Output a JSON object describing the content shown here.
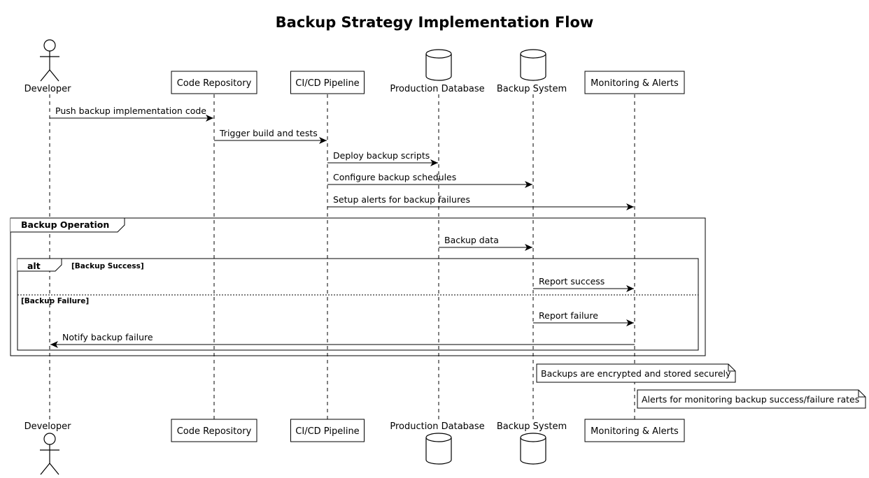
{
  "title": "Backup Strategy Implementation Flow",
  "participants": [
    {
      "label": "Developer",
      "shape": "actor"
    },
    {
      "label": "Code Repository",
      "shape": "box"
    },
    {
      "label": "CI/CD Pipeline",
      "shape": "box"
    },
    {
      "label": "Production Database",
      "shape": "database"
    },
    {
      "label": "Backup System",
      "shape": "database"
    },
    {
      "label": "Monitoring & Alerts",
      "shape": "box"
    }
  ],
  "messages": [
    {
      "from": 0,
      "to": 1,
      "text": "Push backup implementation code"
    },
    {
      "from": 1,
      "to": 2,
      "text": "Trigger build and tests"
    },
    {
      "from": 2,
      "to": 3,
      "text": "Deploy backup scripts"
    },
    {
      "from": 2,
      "to": 4,
      "text": "Configure backup schedules"
    },
    {
      "from": 2,
      "to": 5,
      "text": "Setup alerts for backup failures"
    },
    {
      "from": 3,
      "to": 4,
      "text": "Backup data"
    },
    {
      "from": 4,
      "to": 5,
      "text": "Report success"
    },
    {
      "from": 4,
      "to": 5,
      "text": "Report failure"
    },
    {
      "from": 5,
      "to": 0,
      "text": "Notify backup failure"
    }
  ],
  "group": {
    "label": "Backup Operation"
  },
  "alt": {
    "keyword": "alt",
    "guard1": "[Backup Success]",
    "guard2": "[Backup Failure]"
  },
  "notes": [
    {
      "text": "Backups are encrypted and stored securely"
    },
    {
      "text": "Alerts for monitoring backup success/failure rates"
    }
  ]
}
